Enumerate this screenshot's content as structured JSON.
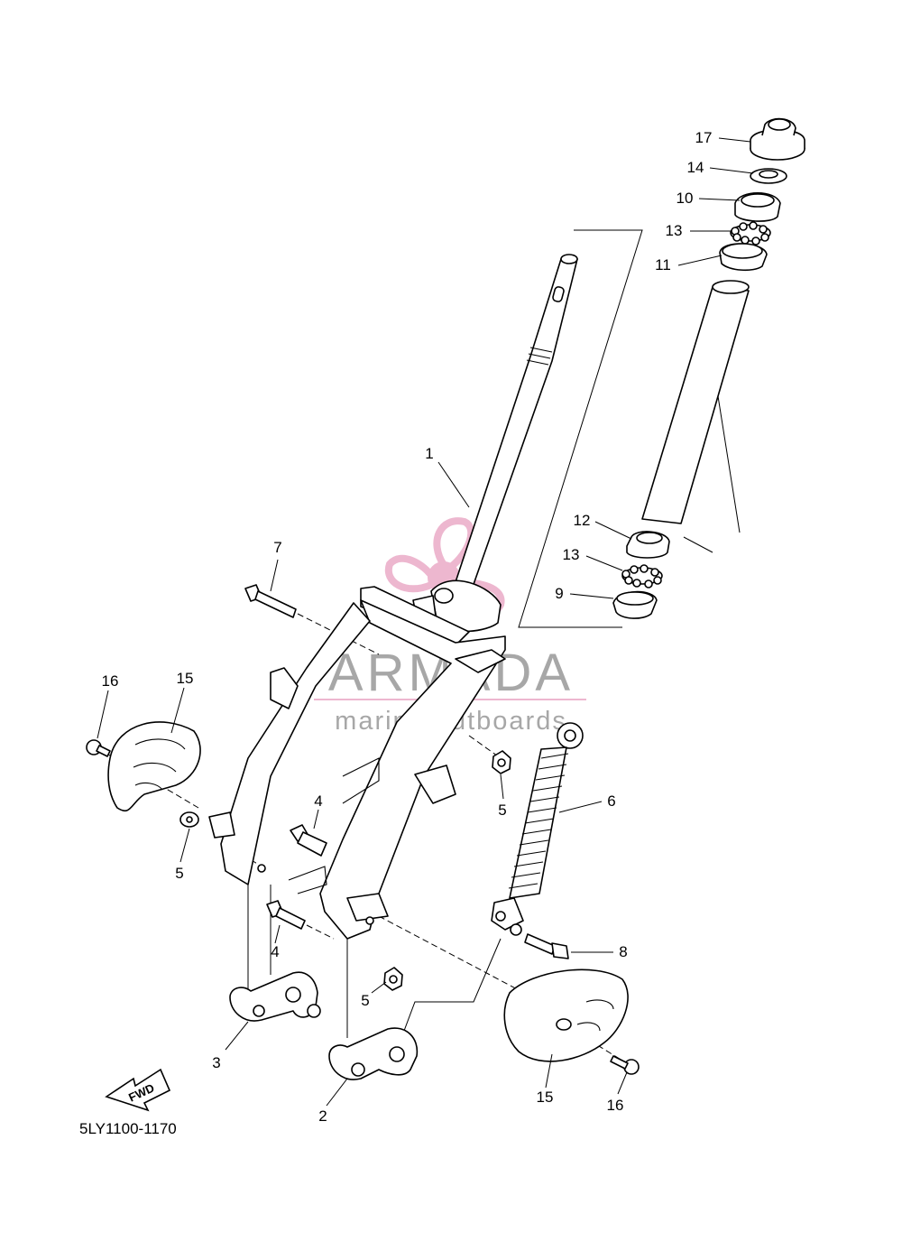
{
  "diagram": {
    "code": "5LY1100-1170",
    "direction_label": "FWD"
  },
  "watermark": {
    "brand": "ARMADA",
    "tagline": "marine outboards",
    "accent_color": "#e8a0c0"
  },
  "callouts": [
    {
      "id": "c1",
      "label": "1"
    },
    {
      "id": "c2",
      "label": "2"
    },
    {
      "id": "c3",
      "label": "3"
    },
    {
      "id": "c4a",
      "label": "4"
    },
    {
      "id": "c4b",
      "label": "4"
    },
    {
      "id": "c5a",
      "label": "5"
    },
    {
      "id": "c5b",
      "label": "5"
    },
    {
      "id": "c5c",
      "label": "5"
    },
    {
      "id": "c6",
      "label": "6"
    },
    {
      "id": "c7",
      "label": "7"
    },
    {
      "id": "c8",
      "label": "8"
    },
    {
      "id": "c9",
      "label": "9"
    },
    {
      "id": "c10",
      "label": "10"
    },
    {
      "id": "c11",
      "label": "11"
    },
    {
      "id": "c12",
      "label": "12"
    },
    {
      "id": "c13a",
      "label": "13"
    },
    {
      "id": "c13b",
      "label": "13"
    },
    {
      "id": "c14",
      "label": "14"
    },
    {
      "id": "c15a",
      "label": "15"
    },
    {
      "id": "c15b",
      "label": "15"
    },
    {
      "id": "c16a",
      "label": "16"
    },
    {
      "id": "c16b",
      "label": "16"
    },
    {
      "id": "c17",
      "label": "17"
    }
  ]
}
